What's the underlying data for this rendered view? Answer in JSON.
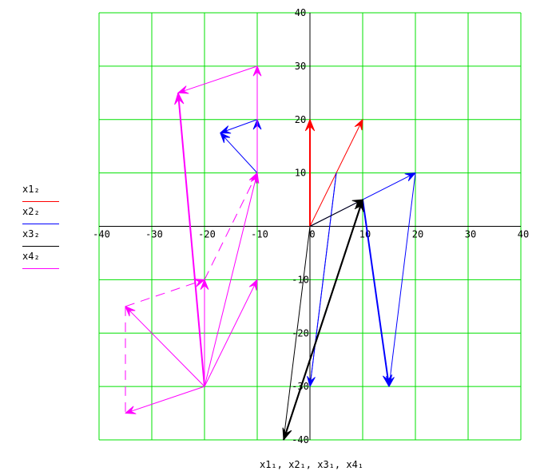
{
  "chart_data": {
    "type": "vector-plot",
    "xlim": [
      -40,
      40
    ],
    "ylim": [
      -40,
      40
    ],
    "x_ticks": [
      "-40",
      "-30",
      "-20",
      "-10",
      "0",
      "10",
      "20",
      "30",
      "40"
    ],
    "y_ticks": [
      "40",
      "30",
      "20",
      "10",
      "-10",
      "-20",
      "-30",
      "-40"
    ],
    "grid": true,
    "grid_color": "#00e000",
    "xlabel": "x1₁, x2₁, x3₁, x4₁",
    "legend": [
      {
        "name": "x1₂",
        "color": "#ff0000"
      },
      {
        "name": "x2₂",
        "color": "#0000ff"
      },
      {
        "name": "x3₂",
        "color": "#000000"
      },
      {
        "name": "x4₂",
        "color": "#ff00ff"
      }
    ],
    "series": [
      {
        "name": "x1",
        "color": "#ff0000",
        "segments": [
          {
            "from": [
              0,
              0
            ],
            "to": [
              0,
              20
            ],
            "arrow": true,
            "width": 2
          },
          {
            "from": [
              0,
              0
            ],
            "to": [
              10,
              20
            ],
            "arrow": true,
            "width": 1
          }
        ]
      },
      {
        "name": "x2",
        "color": "#0000ff",
        "segments": [
          {
            "from": [
              0,
              -30
            ],
            "to": [
              5,
              10
            ],
            "arrow": false,
            "width": 1
          },
          {
            "from": [
              5,
              10
            ],
            "to": [
              0,
              -30
            ],
            "arrow": true,
            "width": 1
          },
          {
            "from": [
              0,
              0
            ],
            "to": [
              20,
              10
            ],
            "arrow": true,
            "width": 1
          },
          {
            "from": [
              20,
              10
            ],
            "to": [
              15,
              -30
            ],
            "arrow": true,
            "width": 1
          },
          {
            "from": [
              10,
              5
            ],
            "to": [
              15,
              -30
            ],
            "arrow": true,
            "width": 2
          },
          {
            "from": [
              -10,
              10
            ],
            "to": [
              -17,
              17.5
            ],
            "arrow": true,
            "width": 1
          },
          {
            "from": [
              -10,
              20
            ],
            "to": [
              -17,
              17.5
            ],
            "arrow": true,
            "width": 1
          },
          {
            "from": [
              -10,
              10
            ],
            "to": [
              -10,
              20
            ],
            "arrow": true,
            "width": 1
          }
        ]
      },
      {
        "name": "x3",
        "color": "#000000",
        "segments": [
          {
            "from": [
              0,
              0
            ],
            "to": [
              10,
              5
            ],
            "arrow": true,
            "width": 1
          },
          {
            "from": [
              0,
              0
            ],
            "to": [
              -5,
              -40
            ],
            "arrow": false,
            "width": 1
          },
          {
            "from": [
              -5,
              -40
            ],
            "to": [
              10,
              5
            ],
            "arrow": true,
            "width": 2
          },
          {
            "from": [
              10,
              5
            ],
            "to": [
              -5,
              -40
            ],
            "arrow": true,
            "width": 2
          },
          {
            "from": [
              -20,
              -10
            ],
            "to": [
              -20,
              -30
            ],
            "arrow": false,
            "width": 1,
            "color": "#808080"
          },
          {
            "from": [
              -10,
              10
            ],
            "to": [
              -10,
              30
            ],
            "arrow": false,
            "width": 1,
            "color": "#808080"
          }
        ]
      },
      {
        "name": "x4",
        "color": "#ff00ff",
        "segments": [
          {
            "from": [
              -20,
              -30
            ],
            "to": [
              -25,
              25
            ],
            "arrow": true,
            "width": 2
          },
          {
            "from": [
              -10,
              30
            ],
            "to": [
              -25,
              25
            ],
            "arrow": true,
            "width": 1
          },
          {
            "from": [
              -20,
              -30
            ],
            "to": [
              -10,
              10
            ],
            "arrow": true,
            "width": 1
          },
          {
            "from": [
              -20,
              -30
            ],
            "to": [
              -10,
              -10
            ],
            "arrow": true,
            "width": 1
          },
          {
            "from": [
              -20,
              -30
            ],
            "to": [
              -35,
              -15
            ],
            "arrow": true,
            "width": 1
          },
          {
            "from": [
              -20,
              -30
            ],
            "to": [
              -35,
              -35
            ],
            "arrow": true,
            "width": 1
          },
          {
            "from": [
              -20,
              -10
            ],
            "to": [
              -10,
              10
            ],
            "arrow": true,
            "width": 1,
            "dash": true
          },
          {
            "from": [
              -35,
              -15
            ],
            "to": [
              -20,
              -10
            ],
            "arrow": true,
            "width": 1,
            "dash": true
          },
          {
            "from": [
              -35,
              -15
            ],
            "to": [
              -35,
              -35
            ],
            "arrow": false,
            "width": 1,
            "dash": true
          },
          {
            "from": [
              -10,
              10
            ],
            "to": [
              -10,
              30
            ],
            "arrow": true,
            "width": 1
          },
          {
            "from": [
              -20,
              -30
            ],
            "to": [
              -20,
              -10
            ],
            "arrow": true,
            "width": 1
          }
        ]
      }
    ]
  }
}
